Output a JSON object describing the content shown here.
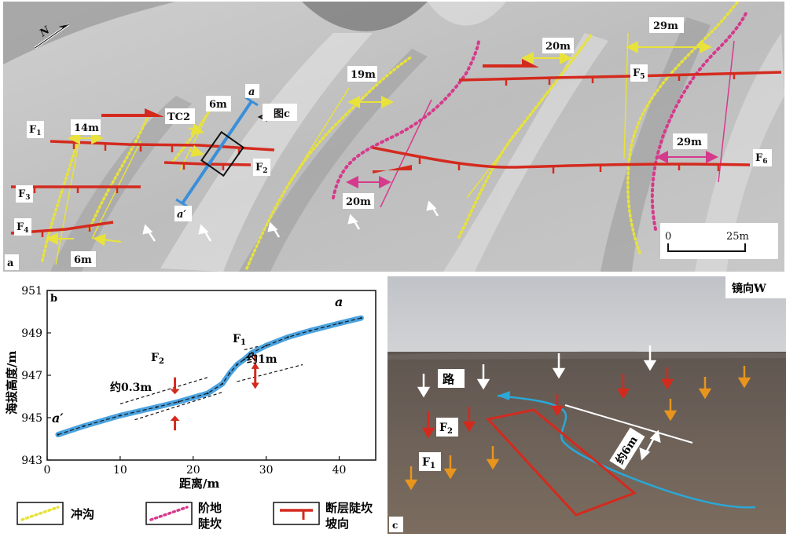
{
  "panel_a": {
    "panel_letter": "a",
    "north_label": "N",
    "faults": [
      {
        "id": "F",
        "sub": "1"
      },
      {
        "id": "F",
        "sub": "2"
      },
      {
        "id": "F",
        "sub": "3"
      },
      {
        "id": "F",
        "sub": "4"
      },
      {
        "id": "F",
        "sub": "5"
      },
      {
        "id": "F",
        "sub": "6"
      }
    ],
    "measurements": [
      "14m",
      "6m",
      "6m",
      "19m",
      "20m",
      "20m",
      "29m",
      "29m"
    ],
    "trench_label": "TC2",
    "profile_start": "a",
    "profile_end": "a′",
    "photo_ref": "图c",
    "scale_zero": "0",
    "scale_end": "25m",
    "colors": {
      "gully": "#e8e23a",
      "terrace": "#d63a8c",
      "fault": "#d42a1e",
      "profile": "#3a8fd8",
      "arrow_white": "#ffffff"
    }
  },
  "panel_b": {
    "panel_letter": "b",
    "ylabel": "海拔高度/m",
    "xlabel": "距离/m",
    "label_a_prime": "a′",
    "label_a": "a",
    "label_F2": "F",
    "label_F2_sub": "2",
    "label_F1": "F",
    "label_F1_sub": "1",
    "offset_F2": "约0.3m",
    "offset_F1": "约1m",
    "colors": {
      "profile": "#4aa3e0",
      "marker": "#d42a1e"
    }
  },
  "chart_data": {
    "type": "line",
    "title": "",
    "xlabel": "距离/m",
    "ylabel": "海拔高度/m",
    "xlim": [
      0,
      45
    ],
    "ylim": [
      943,
      951
    ],
    "xticks": [
      0,
      10,
      20,
      30,
      40
    ],
    "yticks": [
      943,
      945,
      947,
      949,
      951
    ],
    "series": [
      {
        "x": [
          1.5,
          5,
          10,
          15,
          18,
          20,
          22,
          24,
          25,
          26,
          27,
          28,
          30,
          33,
          36,
          40,
          43
        ],
        "y": [
          944.2,
          944.6,
          945.1,
          945.5,
          945.75,
          945.95,
          946.15,
          946.6,
          947.1,
          947.5,
          947.75,
          948.05,
          948.4,
          948.8,
          949.1,
          949.45,
          949.7
        ]
      }
    ],
    "grid": false
  },
  "panel_c": {
    "panel_letter": "c",
    "view_label": "镜向W",
    "road_label": "路",
    "fault_F2": "F",
    "fault_F2_sub": "2",
    "fault_F1": "F",
    "fault_F1_sub": "1",
    "offset_label": "约6m",
    "colors": {
      "white_arrow": "#ffffff",
      "red_arrow": "#d42a1e",
      "orange_arrow": "#e8951e",
      "road": "#2aa8d8",
      "box": "#d42a1e"
    }
  },
  "legend": {
    "gully": "冲沟",
    "terrace_1": "阶地",
    "terrace_2": "陡坎",
    "fault_1": "断层陡坎",
    "fault_2": "坡向"
  }
}
